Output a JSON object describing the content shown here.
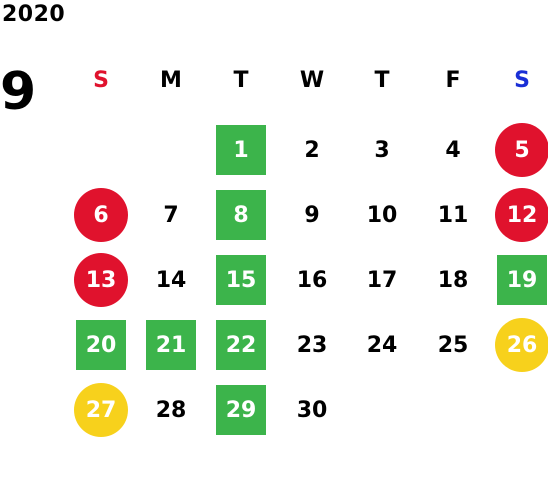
{
  "year": "2020",
  "month": "9",
  "weekdays": [
    {
      "label": "S",
      "color": "#e0122d"
    },
    {
      "label": "M",
      "color": "#000000"
    },
    {
      "label": "T",
      "color": "#000000"
    },
    {
      "label": "W",
      "color": "#000000"
    },
    {
      "label": "T",
      "color": "#000000"
    },
    {
      "label": "F",
      "color": "#000000"
    },
    {
      "label": "S",
      "color": "#1a2fd6"
    }
  ],
  "days": [
    {
      "day": "1",
      "style": "green-square"
    },
    {
      "day": "2",
      "style": "plain"
    },
    {
      "day": "3",
      "style": "plain"
    },
    {
      "day": "4",
      "style": "plain"
    },
    {
      "day": "5",
      "style": "red-circle"
    },
    {
      "day": "6",
      "style": "red-circle"
    },
    {
      "day": "7",
      "style": "plain"
    },
    {
      "day": "8",
      "style": "green-square"
    },
    {
      "day": "9",
      "style": "plain"
    },
    {
      "day": "10",
      "style": "plain"
    },
    {
      "day": "11",
      "style": "plain"
    },
    {
      "day": "12",
      "style": "red-circle"
    },
    {
      "day": "13",
      "style": "red-circle"
    },
    {
      "day": "14",
      "style": "plain"
    },
    {
      "day": "15",
      "style": "green-square"
    },
    {
      "day": "16",
      "style": "plain"
    },
    {
      "day": "17",
      "style": "plain"
    },
    {
      "day": "18",
      "style": "plain"
    },
    {
      "day": "19",
      "style": "green-square"
    },
    {
      "day": "20",
      "style": "green-square"
    },
    {
      "day": "21",
      "style": "green-square"
    },
    {
      "day": "22",
      "style": "green-square"
    },
    {
      "day": "23",
      "style": "plain"
    },
    {
      "day": "24",
      "style": "plain"
    },
    {
      "day": "25",
      "style": "plain"
    },
    {
      "day": "26",
      "style": "yellow-circle"
    },
    {
      "day": "27",
      "style": "yellow-circle"
    },
    {
      "day": "28",
      "style": "plain"
    },
    {
      "day": "29",
      "style": "green-square"
    },
    {
      "day": "30",
      "style": "plain"
    }
  ],
  "first_weekday_index": 2,
  "colors": {
    "green": "#3cb44b",
    "red": "#e0122d",
    "yellow": "#f7d11c"
  }
}
